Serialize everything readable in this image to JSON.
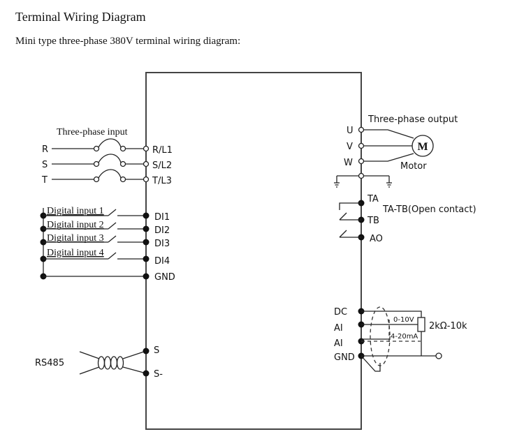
{
  "header": {
    "title": "Terminal Wiring Diagram",
    "subtitle": "Mini type three-phase 380V terminal wiring diagram:"
  },
  "diagram": {
    "power_input": {
      "label": "Three-phase input",
      "lines": [
        "R",
        "S",
        "T"
      ],
      "terminals": [
        "R/L1",
        "S/L2",
        "T/L3"
      ]
    },
    "digital_inputs": {
      "inputs": [
        "Digital input 1",
        "Digital input 2",
        "Digital input 3",
        "Digital input 4"
      ],
      "terminals": [
        "DI1",
        "DI2",
        "DI3",
        "DI4"
      ],
      "ground": "GND"
    },
    "communication": {
      "label": "RS485",
      "terminals": [
        "S",
        "S-"
      ]
    },
    "power_output": {
      "label": "Three-phase output",
      "terminals": [
        "U",
        "V",
        "W"
      ],
      "motor_symbol": "M",
      "motor_label": "Motor"
    },
    "relay": {
      "terminals": [
        "TA",
        "TB",
        "AO"
      ],
      "description": "TA-TB(Open contact)"
    },
    "analog": {
      "terminals": [
        "DC",
        "AI",
        "AI",
        "GND"
      ],
      "voltage_label": "0-10V",
      "current_label": "4-20mA",
      "resistor_label": "2kΩ-10k"
    }
  }
}
